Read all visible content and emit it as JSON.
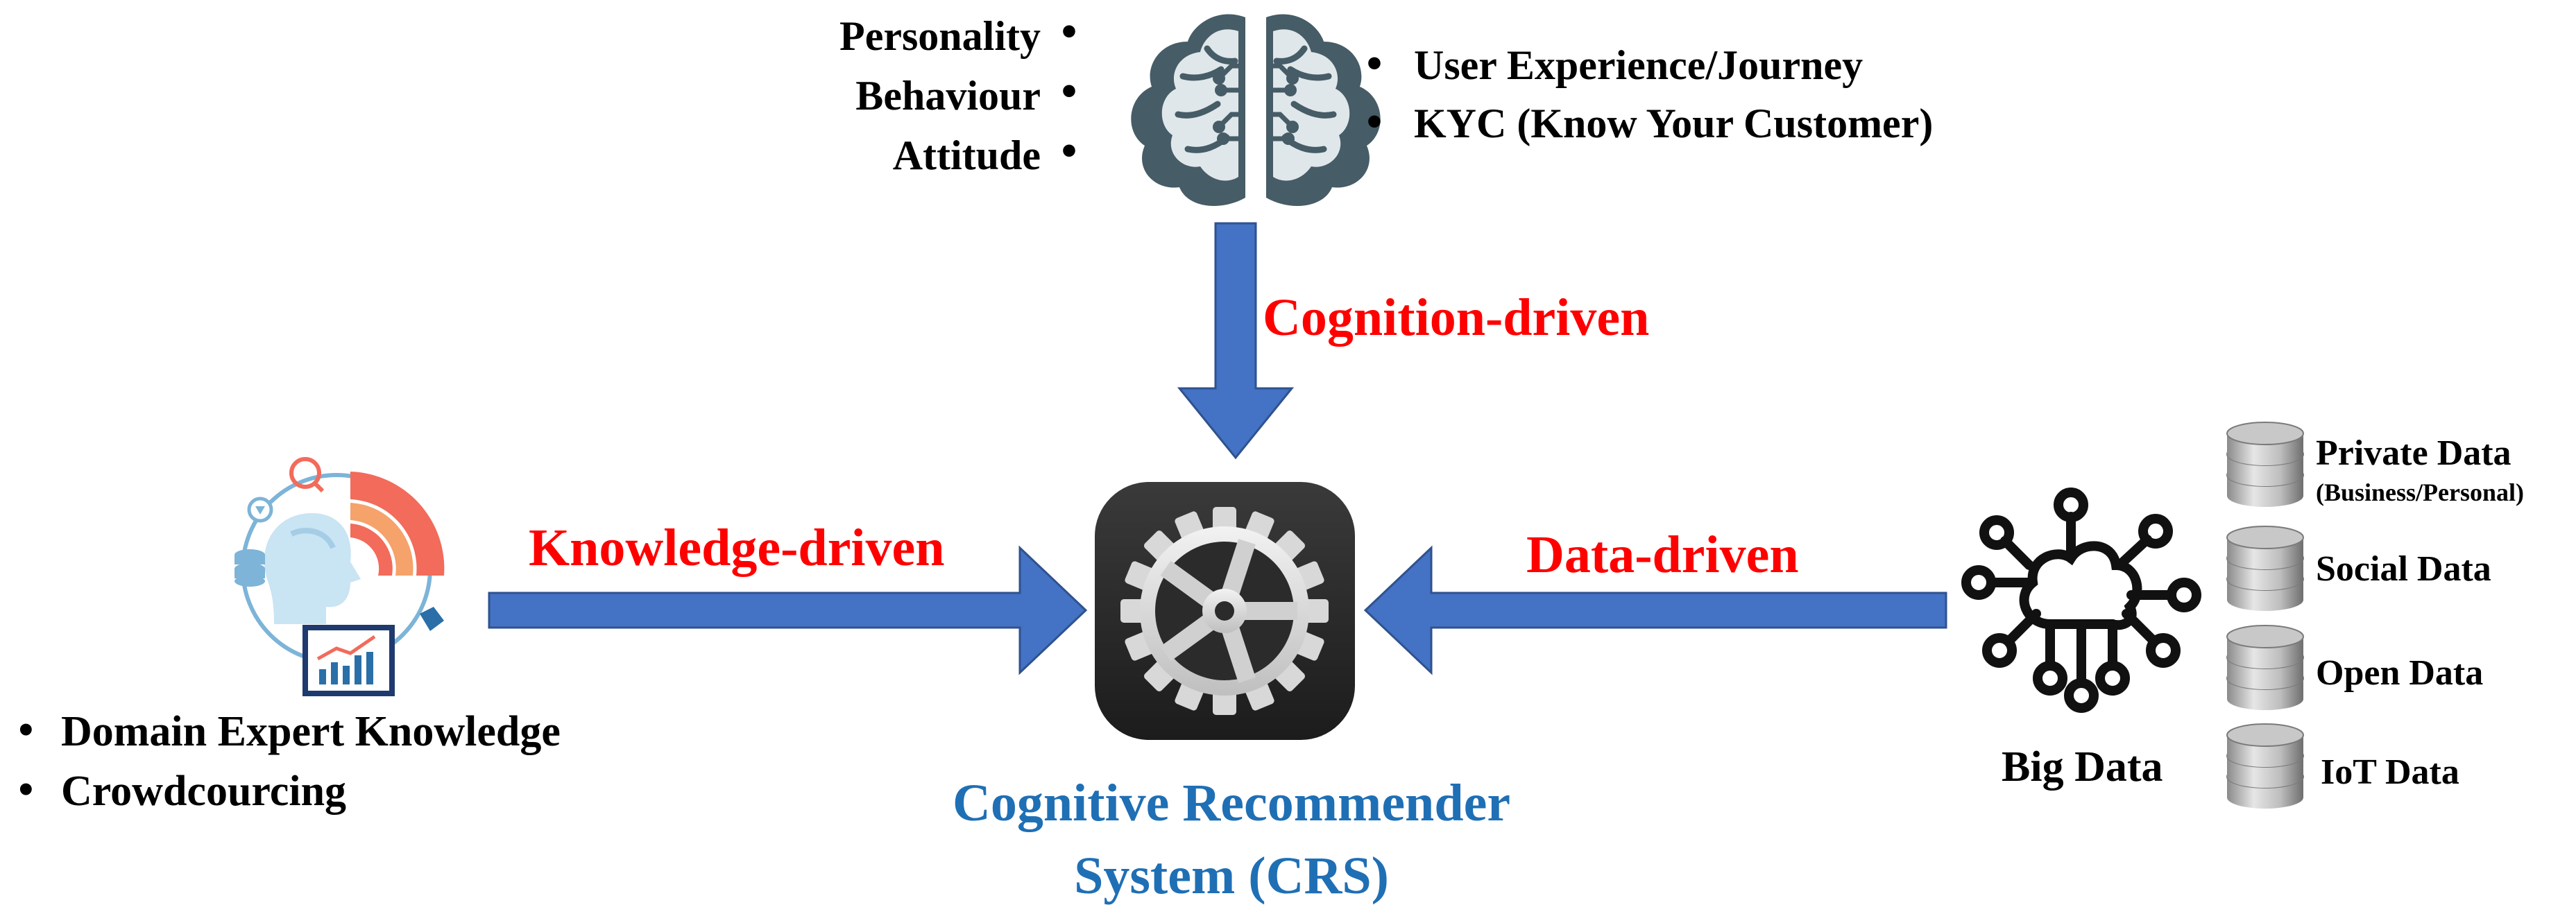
{
  "colors": {
    "arrow": "#4472C4",
    "arrow_border": "#2F528F",
    "label_red": "#FF0000",
    "title_blue": "#1F6FB5",
    "text": "#000000",
    "gear_box": "#2b2b2b",
    "gear": "#dcdcdc"
  },
  "cognition": {
    "left_traits": [
      "Personality",
      "Behaviour",
      "Attitude"
    ],
    "right_traits": [
      "User Experience/Journey",
      "KYC (Know Your Customer)"
    ],
    "arrow_label": "Cognition-driven",
    "icon": "brain-circuit-icon"
  },
  "knowledge": {
    "arrow_label": "Knowledge-driven",
    "items": [
      "Domain Expert Knowledge",
      "Crowdcourcing"
    ],
    "icon": "expert-head-analytics-icon"
  },
  "data": {
    "arrow_label": "Data-driven",
    "hub_label": "Big Data",
    "hub_icon": "network-cloud-icon",
    "sources": [
      {
        "label": "Private Data",
        "sublabel": "(Business/Personal)",
        "icon": "database-icon"
      },
      {
        "label": "Social Data",
        "sublabel": "",
        "icon": "database-icon"
      },
      {
        "label": "Open Data",
        "sublabel": "",
        "icon": "database-icon"
      },
      {
        "label": "IoT Data",
        "sublabel": "",
        "icon": "database-icon"
      }
    ]
  },
  "crs": {
    "title_line1": "Cognitive Recommender",
    "title_line2": "System (CRS)",
    "icon": "gear-icon"
  }
}
